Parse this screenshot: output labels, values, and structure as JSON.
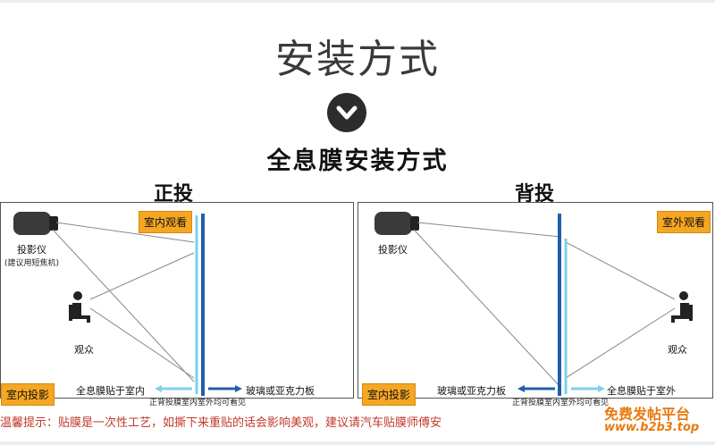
{
  "header": {
    "title": "安装方式",
    "chevron_icon": "chevron-down-circle-icon",
    "subtitle": "全息膜安装方式"
  },
  "front": {
    "title": "正投",
    "indoor_view_tag": "室内观看",
    "projector_label": "投影仪",
    "projector_note": "(建议用短焦机)",
    "viewer_label": "观众",
    "indoor_projection_tag": "室内投影",
    "film_label": "全息膜贴于室内",
    "glass_label": "玻璃或亚克力板",
    "visibility_note": "正背投膜室内室外均可看见"
  },
  "rear": {
    "title": "背投",
    "outdoor_view_tag": "室外观看",
    "projector_label": "投影仪",
    "viewer_label": "观众",
    "indoor_projection_tag": "室内投影",
    "glass_label": "玻璃或亚克力板",
    "film_label": "全息膜贴于室外",
    "visibility_note": "正背投膜室内室外均可看见"
  },
  "footer": {
    "tip": "温馨提示：贴膜是一次性工艺，如撕下来重贴的话会影响美观，建议请汽车贴膜师傅安",
    "watermark_title": "免费发帖平台",
    "watermark_url": "www.b2b3.top"
  },
  "colors": {
    "tag_orange": "#f5a623",
    "glass_blue": "#1f5fa8",
    "film_cyan": "#7fd0e6",
    "tip_red": "#c0392b",
    "watermark_orange": "#e8790f"
  }
}
